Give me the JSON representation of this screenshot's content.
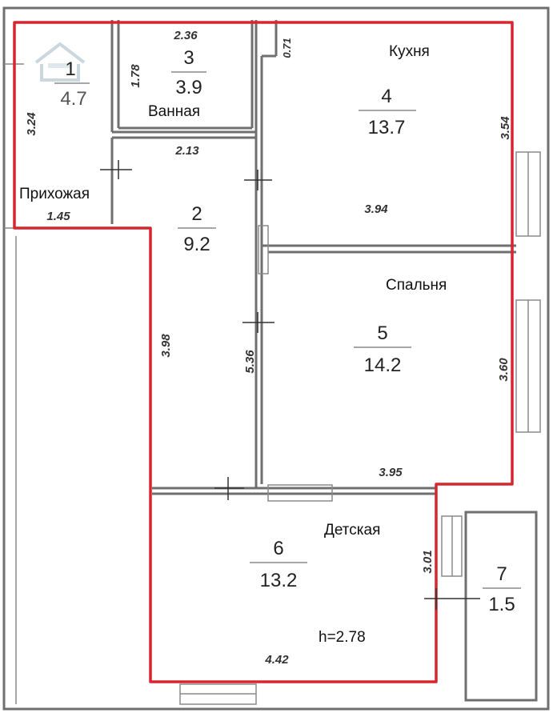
{
  "rooms": [
    {
      "id": "r1",
      "number": "1",
      "area": "4.7",
      "label": "Прихожая"
    },
    {
      "id": "r2",
      "number": "2",
      "area": "9.2",
      "label": ""
    },
    {
      "id": "r3",
      "number": "3",
      "area": "3.9",
      "label": "Ванная"
    },
    {
      "id": "r4",
      "number": "4",
      "area": "13.7",
      "label": "Кухня"
    },
    {
      "id": "r5",
      "number": "5",
      "area": "14.2",
      "label": "Спальня"
    },
    {
      "id": "r6",
      "number": "6",
      "area": "13.2",
      "label": "Детская"
    },
    {
      "id": "r7",
      "number": "7",
      "area": "1.5",
      "label": ""
    }
  ],
  "dimensions": {
    "d_236": "2.36",
    "d_178": "1.78",
    "d_071": "0.71",
    "d_324": "3.24",
    "d_213": "2.13",
    "d_145": "1.45",
    "d_354": "3.54",
    "d_394": "3.94",
    "d_398": "3.98",
    "d_536": "5.36",
    "d_360": "3.60",
    "d_395": "3.95",
    "d_301": "3.01",
    "d_442": "4.42"
  },
  "ceiling_height": "h=2.78",
  "logo_icon": "house-logo-icon"
}
